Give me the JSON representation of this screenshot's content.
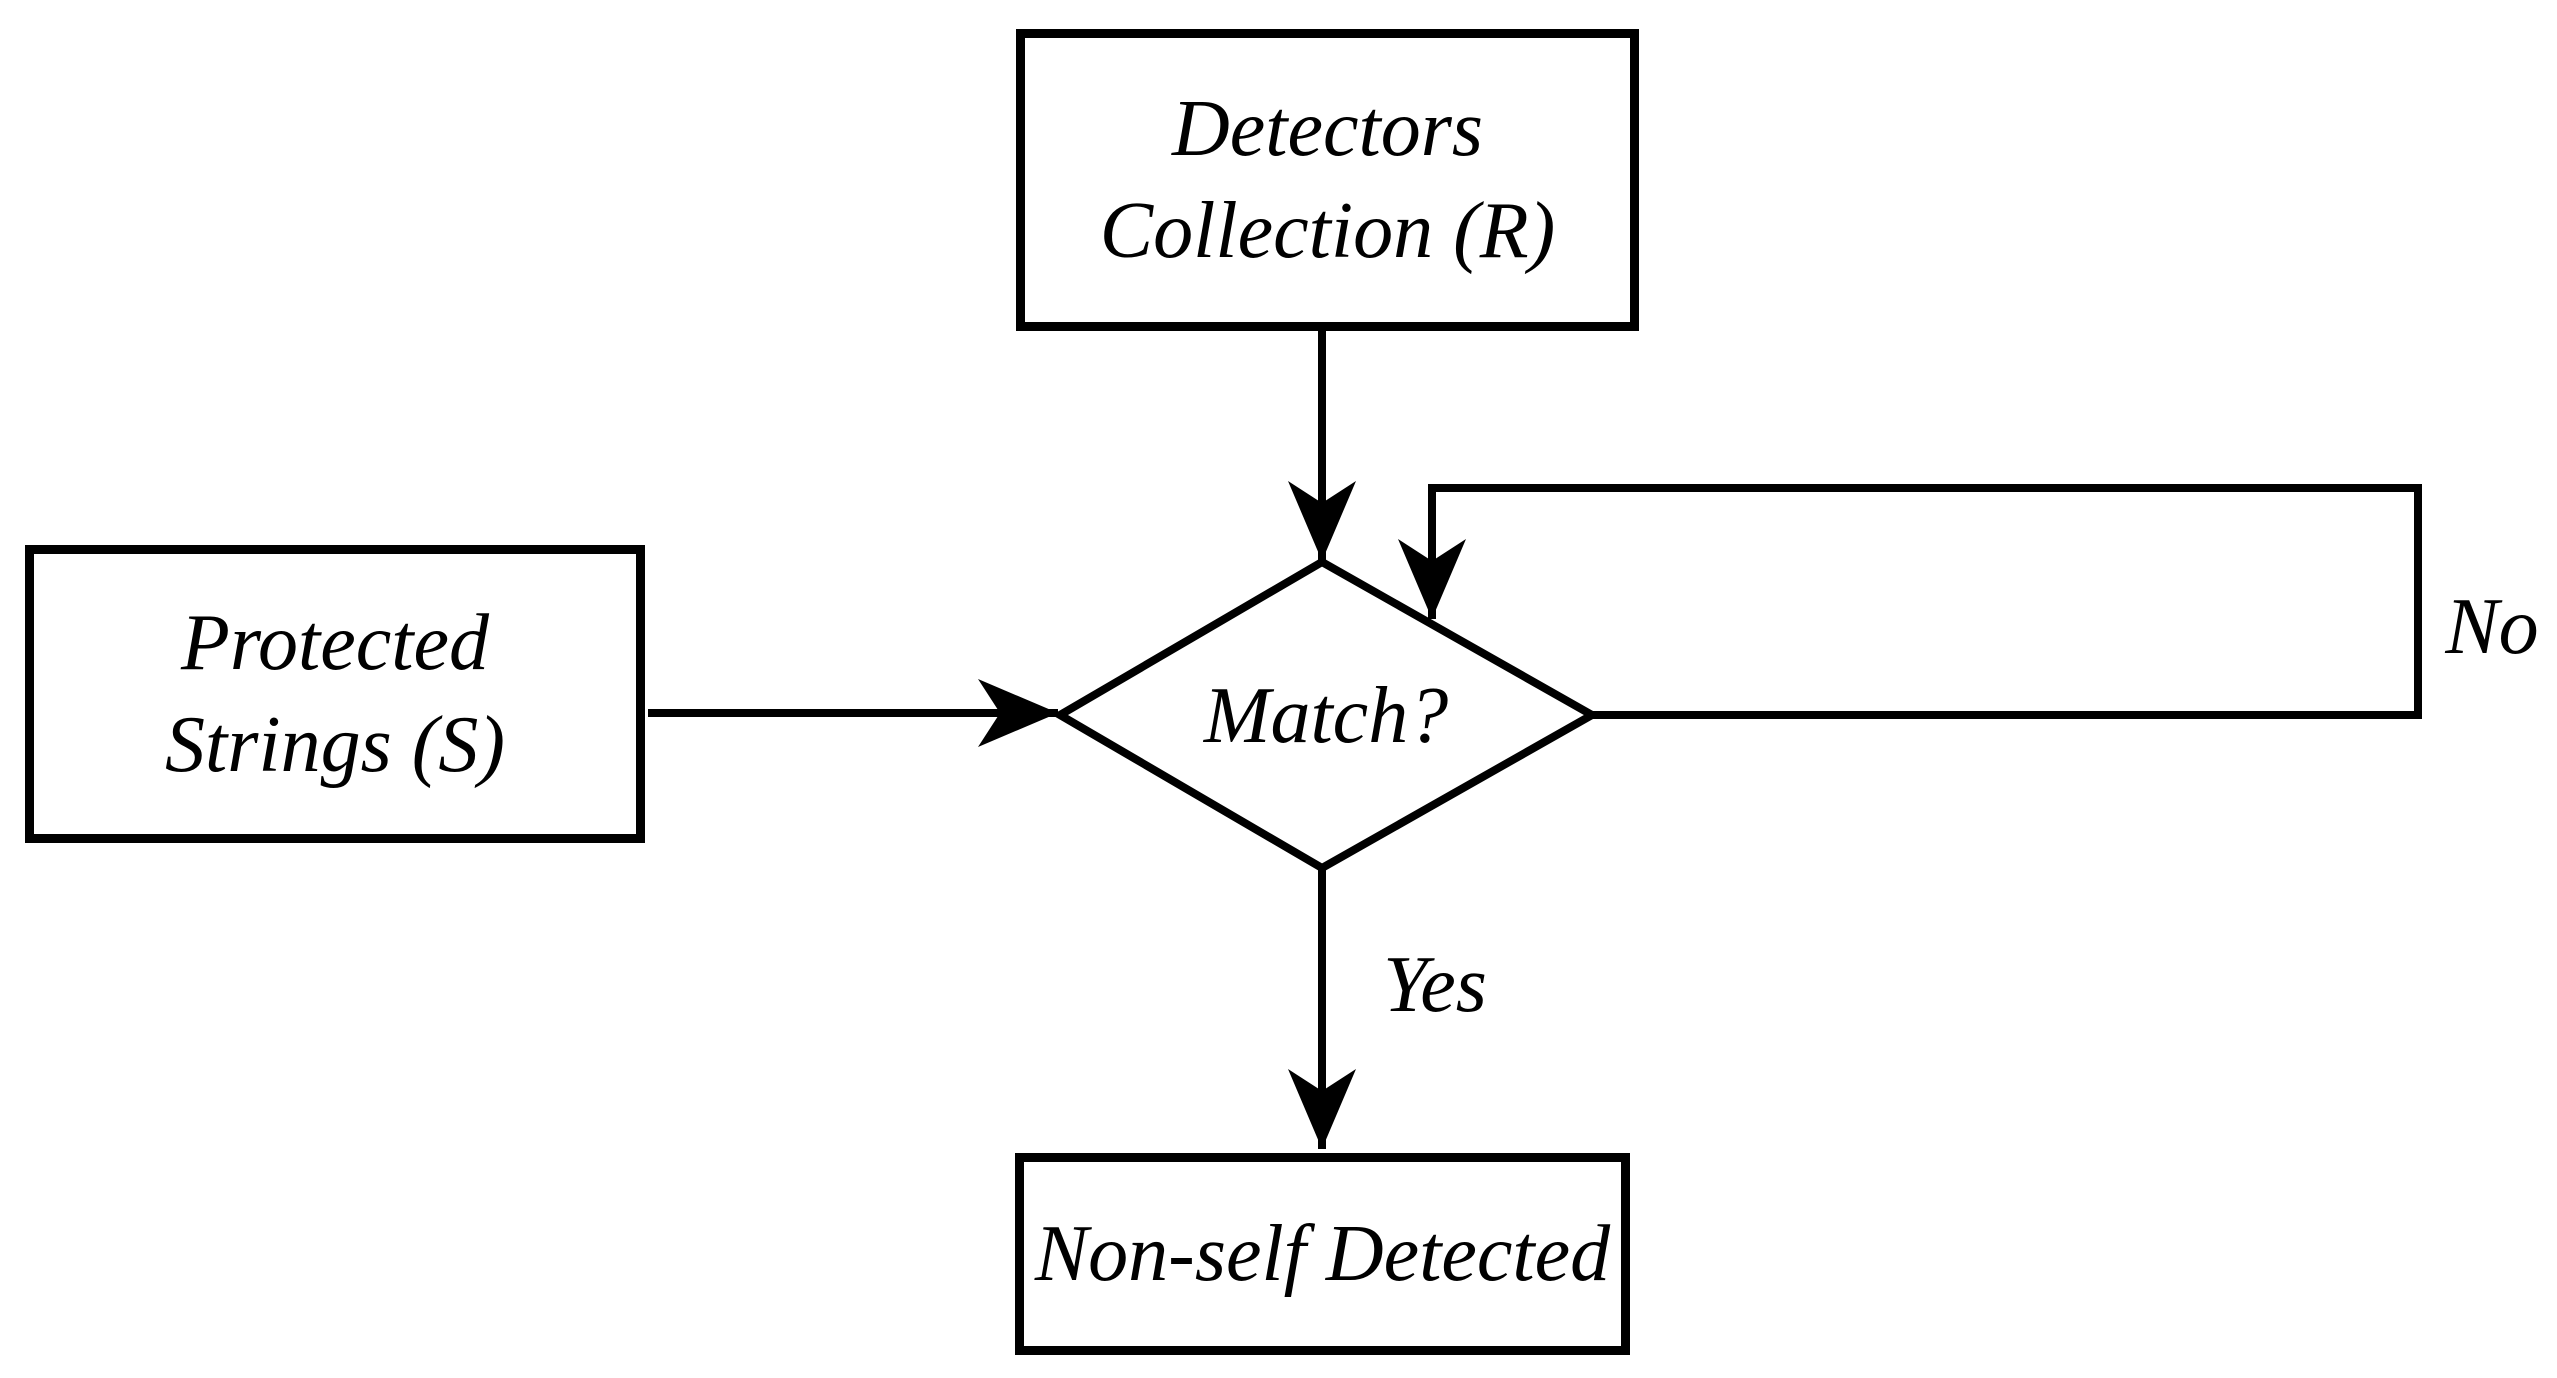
{
  "diagram": {
    "colors": {
      "ink": "#000000",
      "paper": "#ffffff"
    },
    "nodes": {
      "detectors_collection": {
        "label": "Detectors\nCollection (R)"
      },
      "protected_strings": {
        "label": "Protected\nStrings (S)"
      },
      "match_decision": {
        "label": "Match?"
      },
      "non_self_detected": {
        "label": "Non-self Detected"
      }
    },
    "edge_labels": {
      "yes": "Yes",
      "no": "No"
    }
  }
}
